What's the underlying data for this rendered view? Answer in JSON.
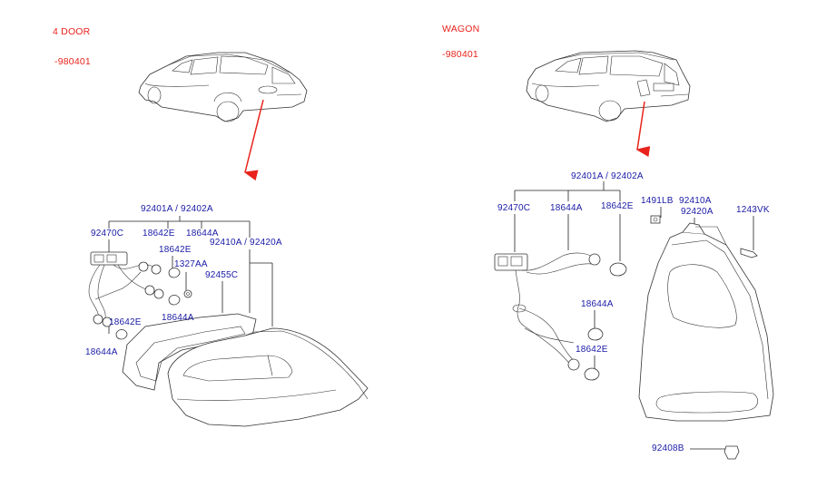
{
  "left": {
    "variant": "4 DOOR",
    "date": "-980401",
    "labels": {
      "assembly": "92401A / 92402A",
      "harness": "92470C",
      "socket1": "18642E",
      "bulb1": "18644A",
      "socket2": "18642E",
      "clip": "1327AA",
      "lens": "92410A / 92420A",
      "gasket": "92455C",
      "bulb2": "18644A",
      "socket3": "18642E",
      "bulb3": "18644A"
    }
  },
  "right": {
    "variant": "WAGON",
    "date": "-980401",
    "labels": {
      "assembly": "92401A / 92402A",
      "harness": "92470C",
      "bulb1": "18644A",
      "socket1": "18642E",
      "screw": "1491LB",
      "lens": "92410A",
      "lens2": "92420A",
      "bolt": "1243VK",
      "bulb2": "18644A",
      "socket2": "18642E",
      "cap": "92408B"
    }
  },
  "colors": {
    "label": "#1a1aa6",
    "header": "#e8231c",
    "arrow": "#e8231c",
    "line": "#222222"
  }
}
